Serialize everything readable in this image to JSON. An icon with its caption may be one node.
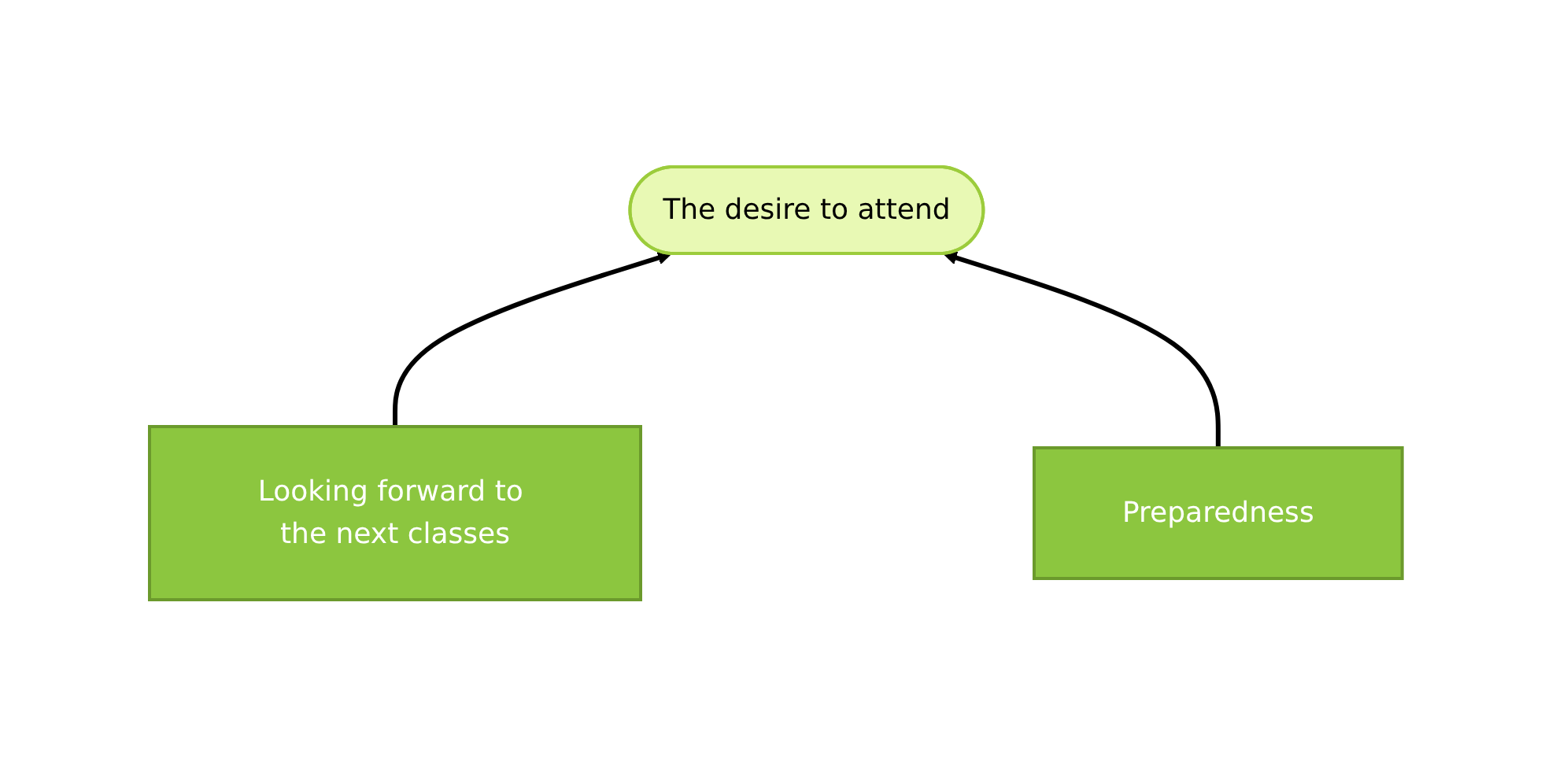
{
  "diagram": {
    "nodes": [
      {
        "text": [
          "The desire to attend"
        ]
      },
      {
        "text": [
          "Looking forward to the next classes"
        ]
      },
      {
        "text": [
          "Preparedness"
        ]
      }
    ],
    "edges": [
      {
        "from": 1,
        "to": 0,
        "arrow": "to"
      },
      {
        "from": 2,
        "to": 0,
        "arrow": "to"
      }
    ]
  }
}
